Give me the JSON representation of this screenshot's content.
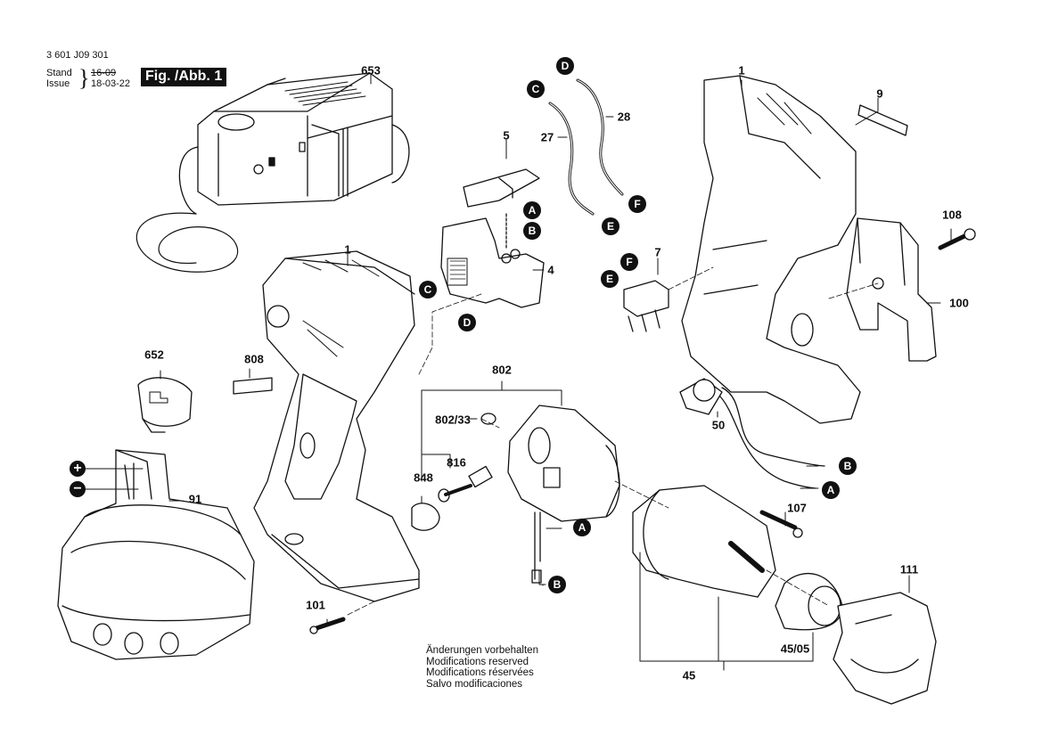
{
  "header": {
    "part_number": "3 601 J09 301",
    "stand_label": "Stand",
    "issue_label": "Issue",
    "stand_date_struck": "16-09",
    "issue_date": "18-03-22",
    "figure_label": "Fig. /Abb. 1"
  },
  "notes": [
    "Änderungen vorbehalten",
    "Modifications reserved",
    "Modifications réservées",
    "Salvo modificaciones"
  ],
  "parts": {
    "p653": "653",
    "p1_housing_left": "1",
    "p1_housing_right": "1",
    "p5": "5",
    "p4": "4",
    "p27": "27",
    "p28": "28",
    "p7": "7",
    "p9": "9",
    "p108": "108",
    "p100": "100",
    "p50": "50",
    "p652": "652",
    "p91": "91",
    "p808": "808",
    "p802": "802",
    "p802_33": "802/33",
    "p848": "848",
    "p816": "816",
    "p101": "101",
    "p107": "107",
    "p111": "111",
    "p45": "45",
    "p45_05": "45/05"
  },
  "connectors": {
    "A": "A",
    "B": "B",
    "C": "C",
    "D": "D",
    "E": "E",
    "F": "F"
  },
  "polarity": {
    "plus": "+",
    "minus": "−"
  }
}
